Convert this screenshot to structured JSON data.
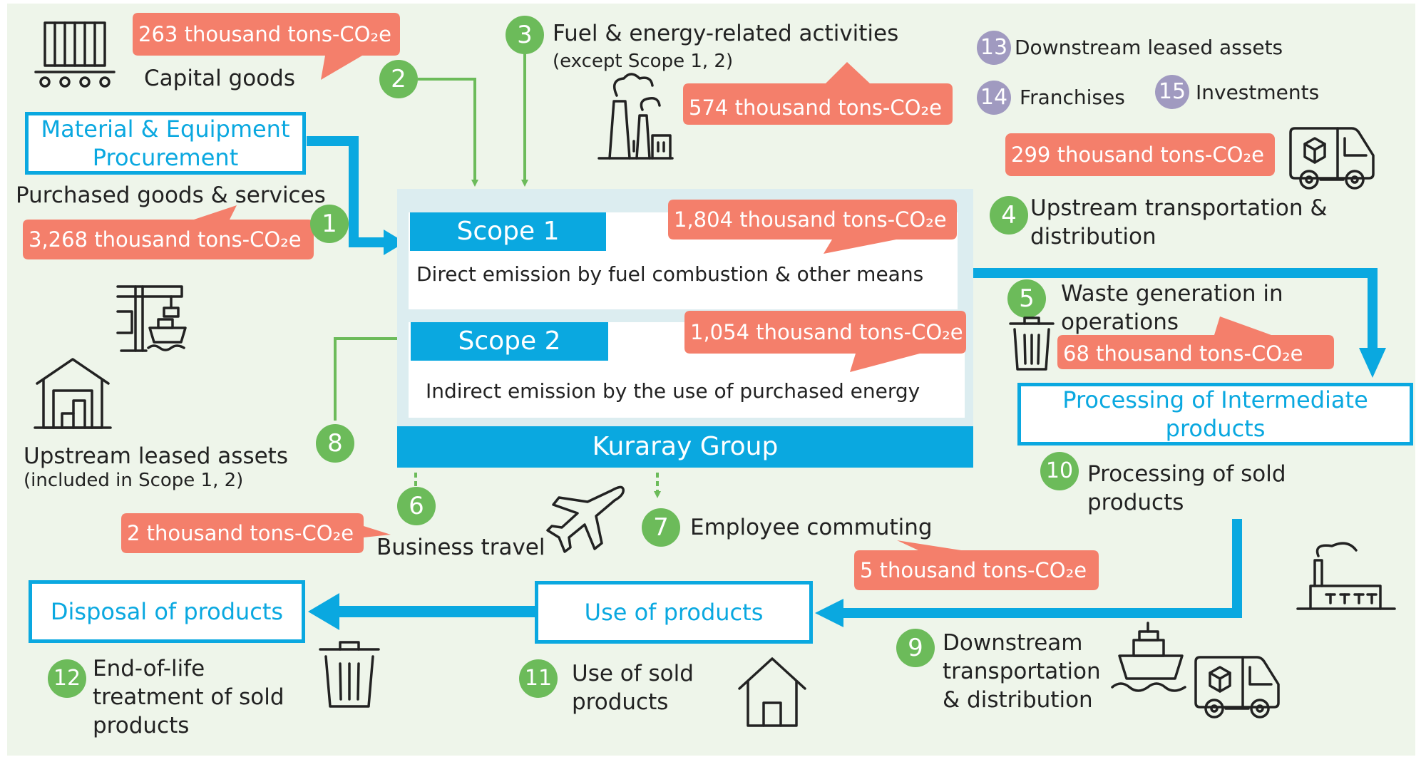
{
  "title": "Kuraray Group",
  "scope1": {
    "label": "Scope 1",
    "desc": "Direct emission by fuel combustion & other means",
    "amount": "1,804 thousand tons-CO₂e"
  },
  "scope2": {
    "label": "Scope 2",
    "desc": "Indirect emission by the use of purchased energy",
    "amount": "1,054 thousand tons-CO₂e"
  },
  "boxes": {
    "procurement": "Material & Equipment Procurement",
    "intermediate": "Processing of Intermediate products",
    "use": "Use of products",
    "disposal": "Disposal of products"
  },
  "categories": [
    {
      "num": "1",
      "label": "Purchased goods & services",
      "amount": "3,268 thousand tons-CO₂e"
    },
    {
      "num": "2",
      "label": "Capital goods",
      "amount": "263 thousand tons-CO₂e"
    },
    {
      "num": "3",
      "label": "Fuel & energy-related activities",
      "sub": "(except Scope 1, 2)",
      "amount": "574 thousand tons-CO₂e"
    },
    {
      "num": "4",
      "label": "Upstream transportation & distribution",
      "amount": "299 thousand tons-CO₂e"
    },
    {
      "num": "5",
      "label": "Waste generation in operations",
      "amount": "68 thousand tons-CO₂e"
    },
    {
      "num": "6",
      "label": "Business travel",
      "amount": "2 thousand tons-CO₂e"
    },
    {
      "num": "7",
      "label": "Employee commuting",
      "amount": "5 thousand tons-CO₂e"
    },
    {
      "num": "8",
      "label": "Upstream leased assets",
      "sub": "(included in Scope 1, 2)"
    },
    {
      "num": "9",
      "label": "Downstream transportation & distribution"
    },
    {
      "num": "10",
      "label": "Processing of  sold products"
    },
    {
      "num": "11",
      "label": "Use of sold products"
    },
    {
      "num": "12",
      "label": "End-of-life treatment of sold products"
    },
    {
      "num": "13",
      "label": "Downstream leased assets"
    },
    {
      "num": "14",
      "label": "Franchises"
    },
    {
      "num": "15",
      "label": "Investments"
    }
  ],
  "colors": {
    "background": "#eef5ea",
    "blue": "#0aa8e0",
    "green": "#6cbb5a",
    "salmon": "#f47f6b",
    "purple": "#a09ac0"
  },
  "icons": [
    "cargo-container-icon",
    "factory-icon",
    "delivery-truck-icon",
    "port-crane-ship-icon",
    "warehouse-icon",
    "trash-bin-icon",
    "airplane-icon",
    "cargo-ship-icon",
    "house-icon",
    "factory-small-icon"
  ]
}
